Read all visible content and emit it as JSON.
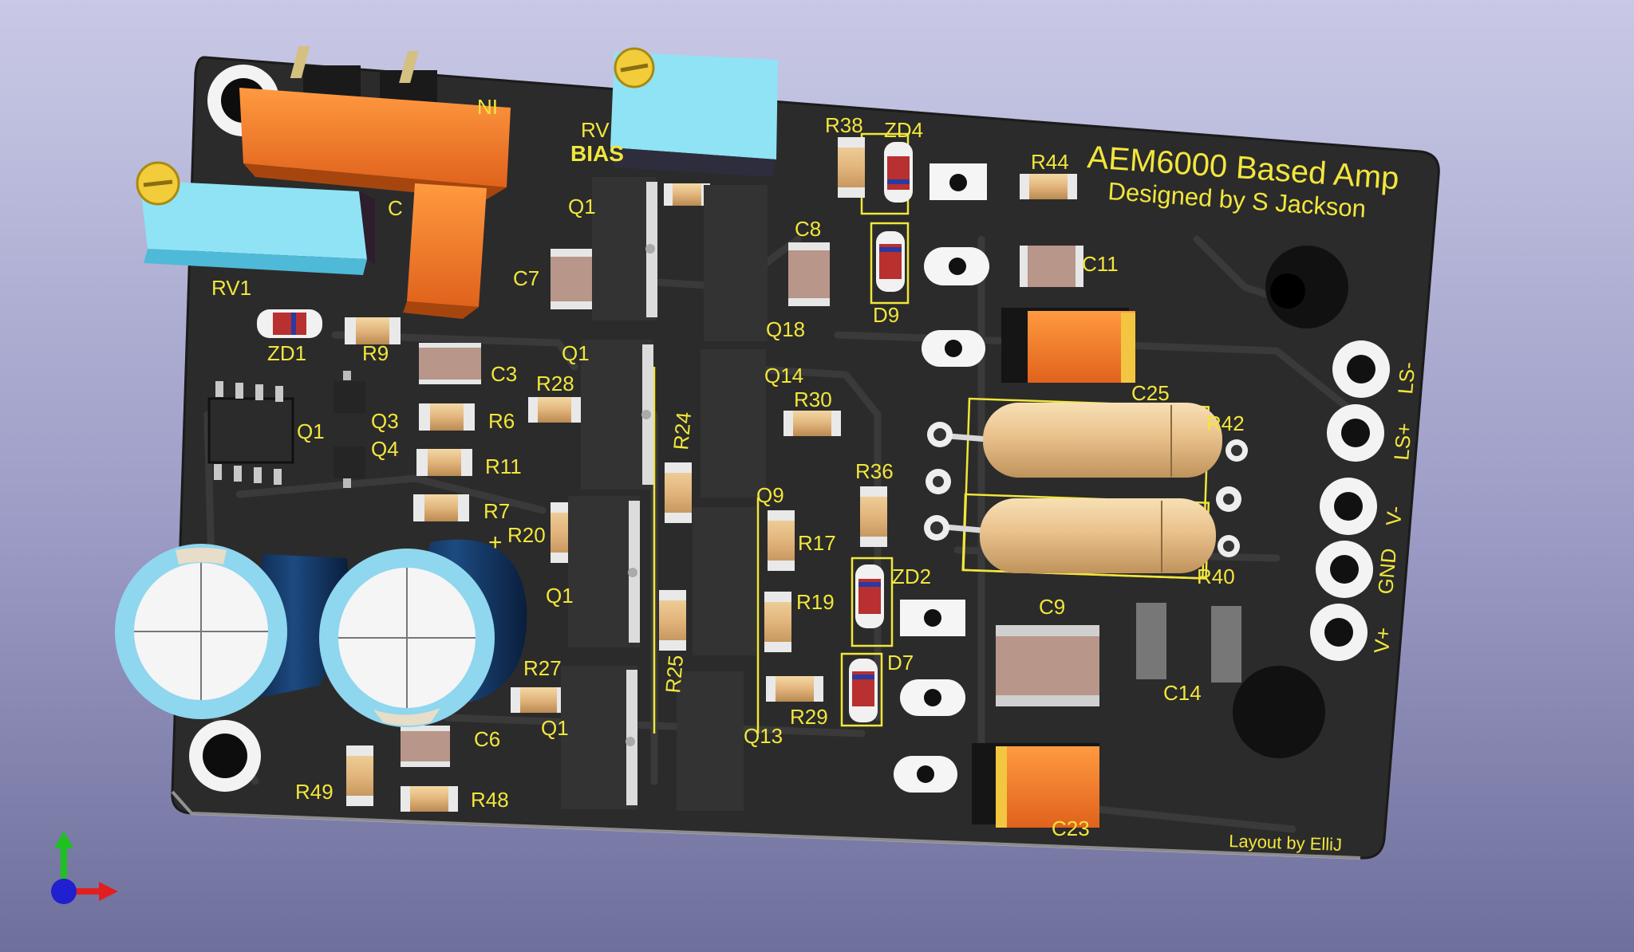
{
  "board": {
    "title": "AEM6000 Based Amp",
    "subtitle": "Designed by S Jackson",
    "credit": "Layout by ElliJ"
  },
  "labels": {
    "rv1": "RV1",
    "rv2": "RV",
    "bias": "BIAS",
    "input": "NI",
    "c_top": "C",
    "q16": "Q1",
    "q17": "Q1",
    "q15": "Q1",
    "q12": "Q1",
    "q18": "Q18",
    "q14": "Q14",
    "q9": "Q9",
    "q13": "Q13",
    "q1": "Q1",
    "q3": "Q3",
    "q4": "Q4",
    "zd1": "ZD1",
    "zd2": "ZD2",
    "zd4": "ZD4",
    "d7": "D7",
    "d9": "D9",
    "c3": "C3",
    "c6": "C6",
    "c7": "C7",
    "c8": "C8",
    "c9": "C9",
    "c11": "C11",
    "c14": "C14",
    "c25": "C25",
    "c23": "C23",
    "r6": "R6",
    "r7": "R7",
    "r9": "R9",
    "r11": "R11",
    "r17": "R17",
    "r19": "R19",
    "r20": "R20",
    "r24": "R24",
    "r25": "R25",
    "r27": "R27",
    "r28": "R28",
    "r29": "R29",
    "r30": "R30",
    "r36": "R36",
    "r38": "R38",
    "r40": "R40",
    "r42": "R42",
    "r44": "R44",
    "r48": "R48",
    "r49": "R49",
    "plus": "+"
  },
  "terminals": [
    "LS-",
    "LS+",
    "V-",
    "GND",
    "V+"
  ],
  "colors": {
    "background_top": "#c9c9e6",
    "background_bottom": "#6f6f9c",
    "board": "#2b2b2b",
    "silkscreen": "#f2e63c",
    "tantalum": "#f07a28",
    "trimpot": "#8fe3f5",
    "capacitor_body": "#0f2c52",
    "axis_x": "#e02020",
    "axis_y": "#20c020",
    "axis_z": "#2020d0"
  }
}
